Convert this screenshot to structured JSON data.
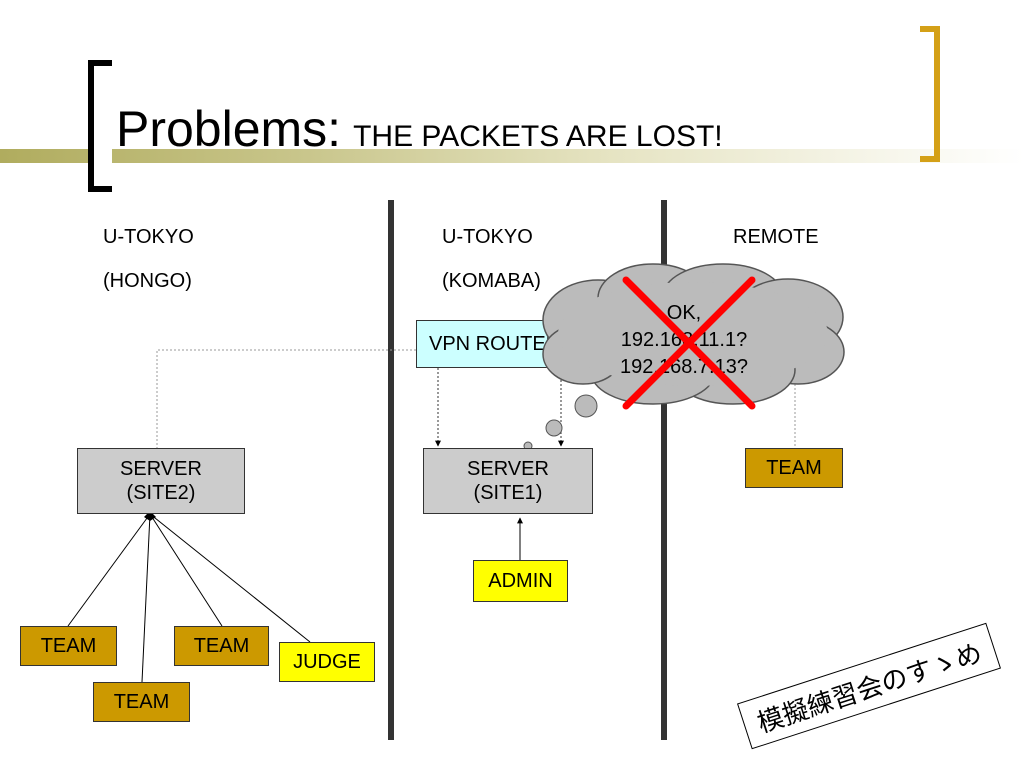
{
  "title": {
    "main": "Problems:",
    "sub": "THE PACKETS ARE LOST!"
  },
  "columns": [
    {
      "line1": "U-TOKYO",
      "line2": "(HONGO)"
    },
    {
      "line1": "U-TOKYO",
      "line2": "(KOMABA)"
    },
    {
      "line1": "REMOTE"
    }
  ],
  "nodes": {
    "server_site2": {
      "line1": "SERVER",
      "line2": "(SITE2)"
    },
    "server_site1": {
      "line1": "SERVER",
      "line2": "(SITE1)"
    },
    "vpn_router": "VPN ROUTER",
    "team": "TEAM",
    "judge": "JUDGE",
    "admin": "ADMIN"
  },
  "cloud": {
    "line1": "OK,",
    "line2": "192.168.11.1?",
    "line3": "192.168.7.13?"
  },
  "stamp": "模擬練習会のすゝめ",
  "colors": {
    "team": "#cc9900",
    "highlight": "#ffff00",
    "vpn": "#ccffff",
    "server": "#cccccc",
    "cross": "#ff0000",
    "cloud": "#bbbbbb"
  }
}
